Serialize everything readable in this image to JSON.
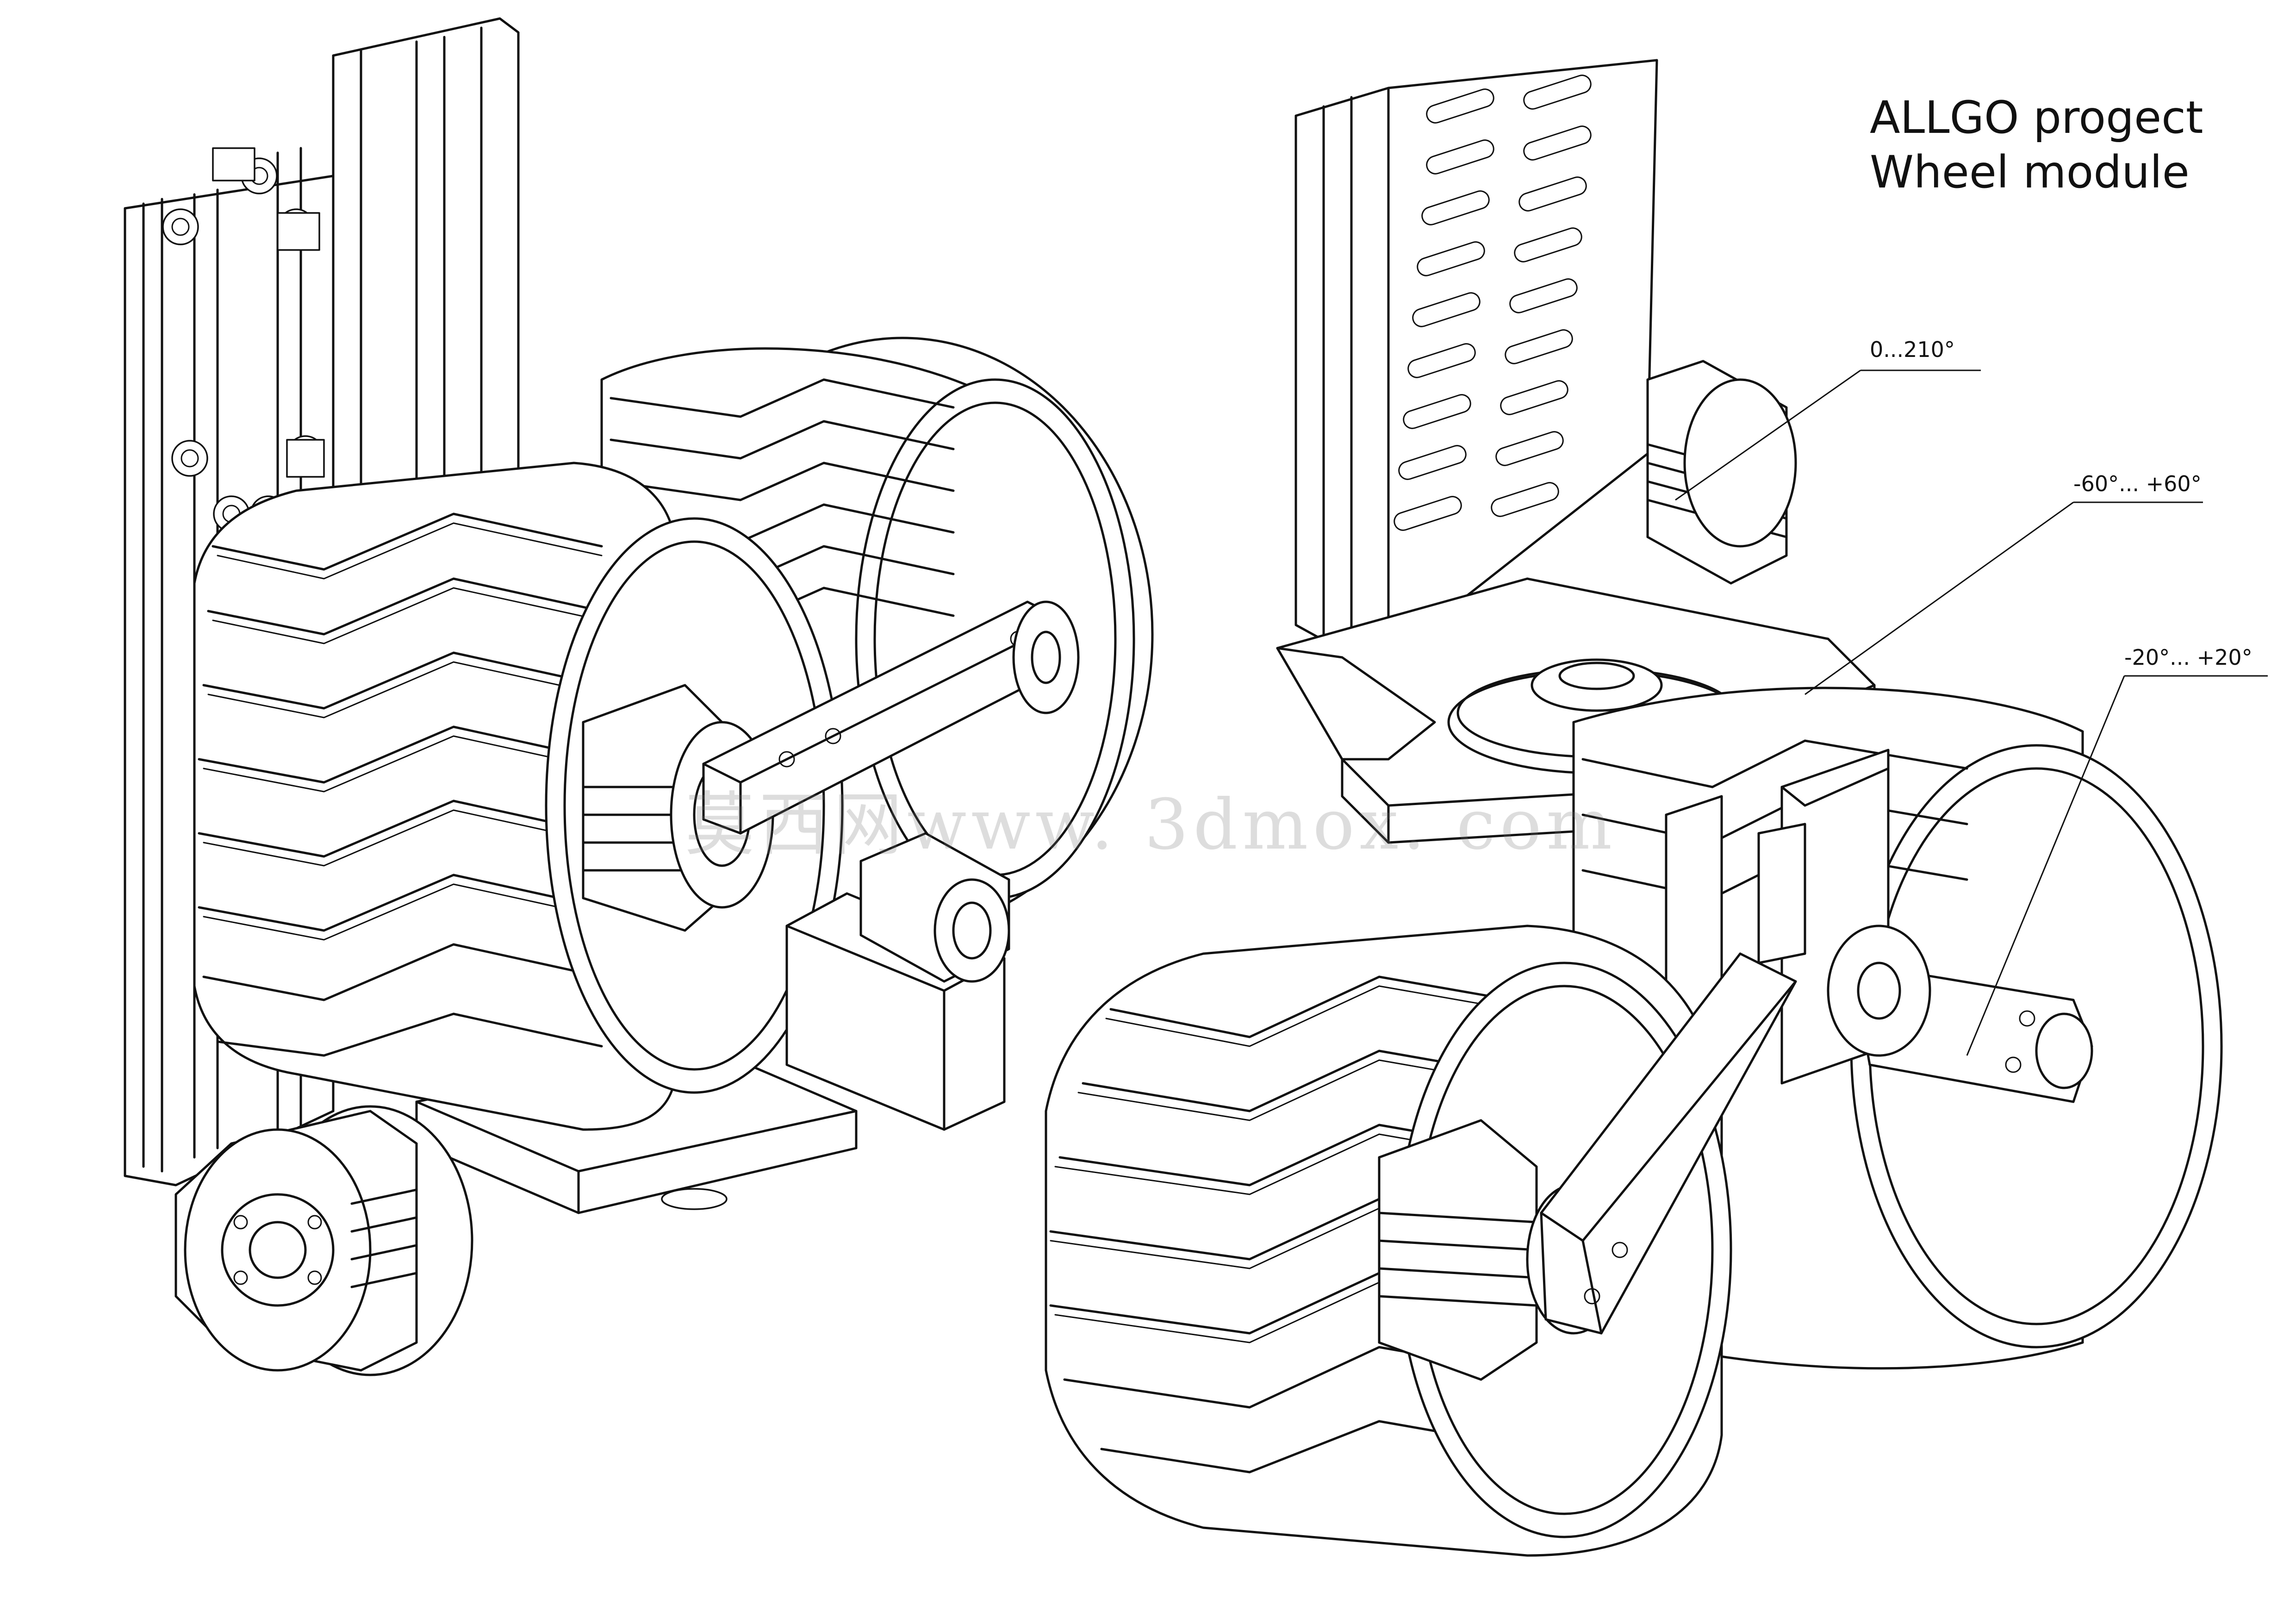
{
  "title": {
    "line1": "ALLGO progect",
    "line2": "Wheel module"
  },
  "annotations": {
    "yaw_range": "0...210°",
    "steer_range": "-60°... +60°",
    "tilt_range": "-20°... +20°"
  },
  "watermark": "莫西网www. 3dmox. com",
  "colors": {
    "line": "#111111",
    "background": "#ffffff"
  }
}
